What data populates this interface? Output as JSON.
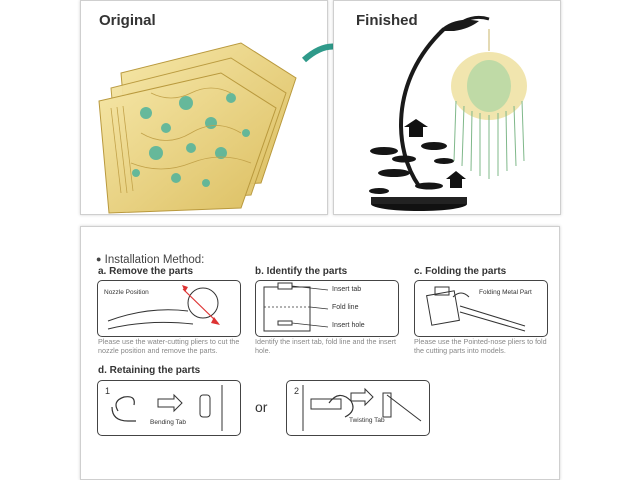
{
  "top": {
    "original_label": "Original",
    "finished_label": "Finished"
  },
  "instructions": {
    "heading": "Installation Method:",
    "steps": [
      {
        "title": "a. Remove the parts",
        "label": "Nozzle Position",
        "description": "Please use the water-cutting pliers to cut the nozzle position and remove the parts."
      },
      {
        "title": "b. Identify the parts",
        "labels": [
          "Insert tab",
          "Fold line",
          "Insert hole"
        ],
        "description": "Identify the insert tab, fold line and the insert hole."
      },
      {
        "title": "c. Folding the parts",
        "label": "Folding Metal Part",
        "description": "Please use the Pointed-nose pliers to fold the cutting parts into models."
      },
      {
        "title": "d. Retaining the parts",
        "or_label": "or",
        "option1": {
          "number": "1",
          "label": "Bending Tab"
        },
        "option2": {
          "number": "2",
          "label": "Twisting Tab"
        }
      }
    ]
  },
  "colors": {
    "arrow_teal": "#2f9a8a",
    "brass": "#e6cf7a",
    "panel_border": "#cfcfcf"
  }
}
